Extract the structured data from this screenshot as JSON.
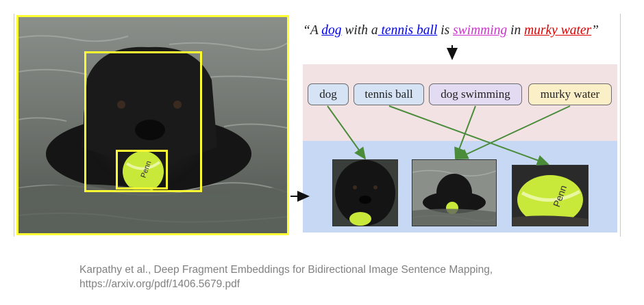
{
  "sentence": {
    "open_quote_a": "“A ",
    "dog": "dog",
    "with_a": " with a",
    "tennis_ball": " tennis ball",
    "is": " is ",
    "swimming": "swimming",
    "in": " in ",
    "murky_water": "murky water",
    "close_quote": "”"
  },
  "fragments": [
    {
      "label": "dog",
      "fill": "#d5e3f5"
    },
    {
      "label": "tennis ball",
      "fill": "#d5e3f5"
    },
    {
      "label": "dog swimming",
      "fill": "#e3dbf2"
    },
    {
      "label": "murky water",
      "fill": "#fbefc8"
    }
  ],
  "colors": {
    "dog": "#0000ee",
    "tennis_ball": "#0000ee",
    "swimming": "#cc33cc",
    "murky_water": "#dd0000",
    "bbox": "#ffff33",
    "arrow": "#4a8c3a"
  },
  "caption": {
    "line1": "Karpathy et al., Deep Fragment Embeddings for Bidirectional Image Sentence Mapping,",
    "line2": "https://arxiv.org/pdf/1406.5679.pdf"
  }
}
